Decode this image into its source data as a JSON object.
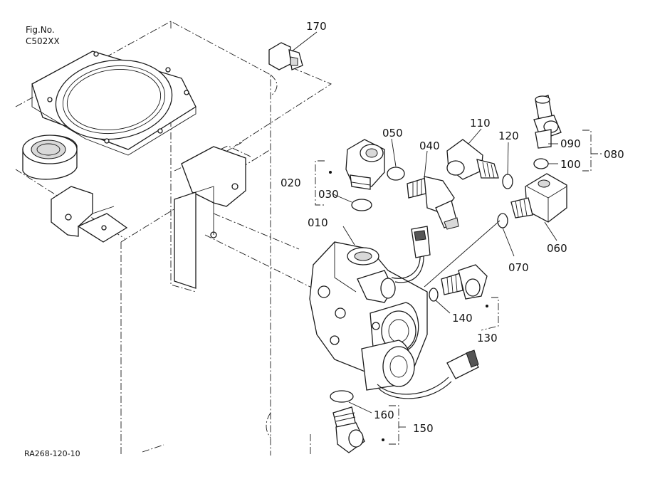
{
  "figure": {
    "fig_label": "Fig.No.",
    "fig_number": "C502XX",
    "drawing_code": "RA268-120-10"
  },
  "callouts": [
    {
      "id": "c170",
      "text": "170"
    },
    {
      "id": "c050",
      "text": "050"
    },
    {
      "id": "c040",
      "text": "040"
    },
    {
      "id": "c110",
      "text": "110"
    },
    {
      "id": "c120",
      "text": "120"
    },
    {
      "id": "c090",
      "text": "090"
    },
    {
      "id": "c100",
      "text": "100"
    },
    {
      "id": "c080",
      "text": "080"
    },
    {
      "id": "c020",
      "text": "020"
    },
    {
      "id": "c030",
      "text": "030"
    },
    {
      "id": "c010",
      "text": "010"
    },
    {
      "id": "c060",
      "text": "060"
    },
    {
      "id": "c070",
      "text": "070"
    },
    {
      "id": "c140",
      "text": "140"
    },
    {
      "id": "c130",
      "text": "130"
    },
    {
      "id": "c160",
      "text": "160"
    },
    {
      "id": "c150",
      "text": "150"
    }
  ]
}
